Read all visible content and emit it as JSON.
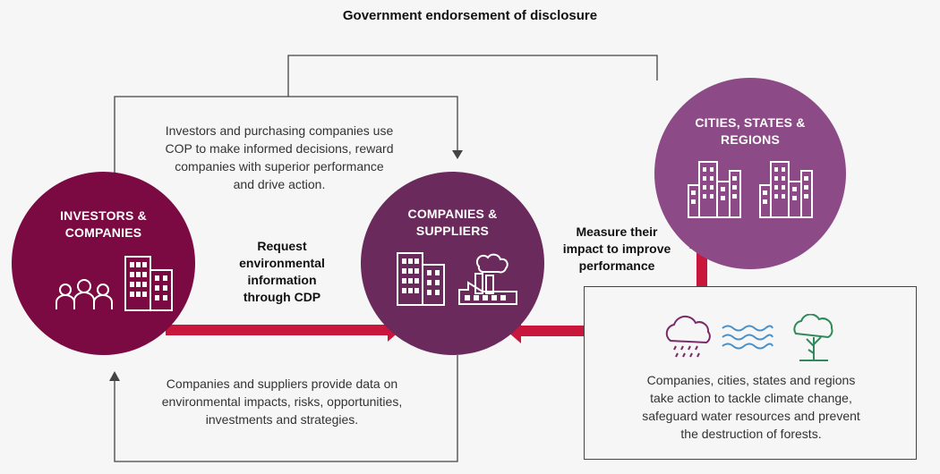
{
  "title": "Government endorsement of disclosure",
  "investors": {
    "label_line1": "INVESTORS &",
    "label_line2": "COMPANIES"
  },
  "companies": {
    "label_line1": "COMPANIES &",
    "label_line2": "SUPPLIERS"
  },
  "cities": {
    "label_line1": "CITIES, STATES &",
    "label_line2": "REGIONS"
  },
  "top_text": {
    "line1": "Investors and purchasing companies use",
    "line2": "COP to make informed decisions, reward",
    "line3": "companies with superior performance",
    "line4": "and drive action."
  },
  "bottom_text": {
    "line1": "Companies and suppliers provide data on",
    "line2": "environmental impacts, risks, opportunities,",
    "line3": "investments and strategies."
  },
  "request_text": {
    "line1": "Request",
    "line2": "environmental",
    "line3": "information",
    "line4": "through CDP"
  },
  "measure_text": {
    "line1": "Measure their",
    "line2": "impact to improve",
    "line3": "performance"
  },
  "action_text": {
    "line1": "Companies, cities, states and regions",
    "line2": "take action to tackle climate change,",
    "line3": "safeguard water resources and prevent",
    "line4": "the destruction of forests."
  },
  "icons": [
    "people-icon",
    "office-building-icon",
    "factory-icon",
    "city-skyline-icon",
    "rain-cloud-icon",
    "water-waves-icon",
    "tree-icon"
  ],
  "colors": {
    "investors": "#7b0a43",
    "companies": "#6a2a5c",
    "cities": "#8c4a86",
    "arrow_red": "#c8163c",
    "rain_purple": "#7b2a6a",
    "water_blue": "#4a90c8",
    "forest_green": "#2e8a5a"
  }
}
